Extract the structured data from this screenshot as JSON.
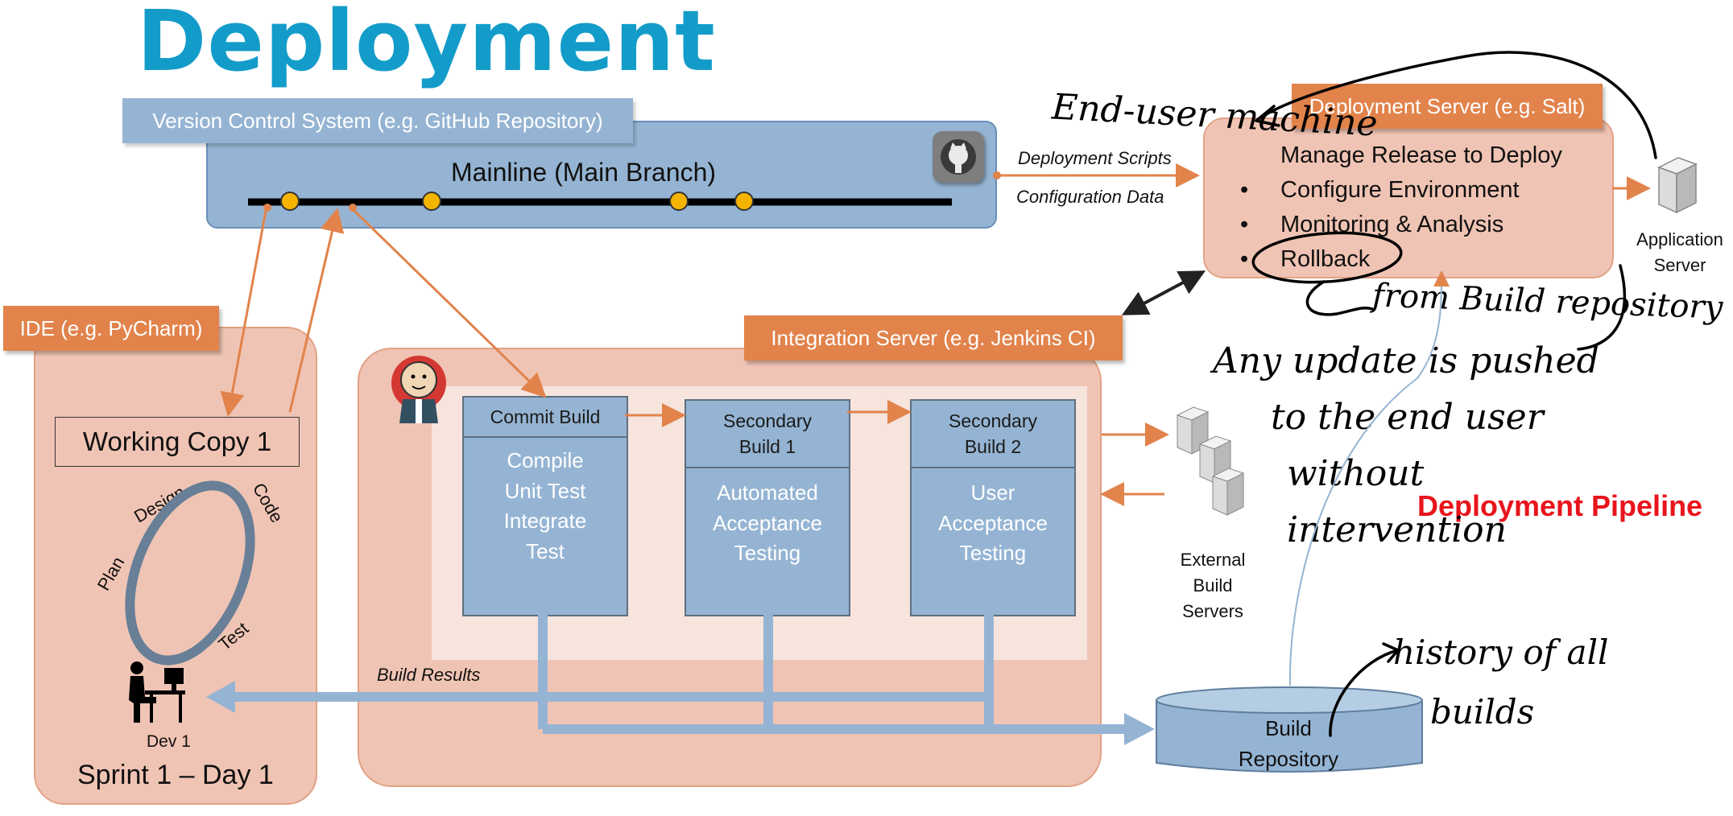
{
  "title": "Deployment",
  "vcs": {
    "label": "Version Control System (e.g. GitHub Repository)",
    "mainline": "Mainline (Main Branch)",
    "icon": "github-icon"
  },
  "flow_labels": {
    "deployment_scripts": "Deployment Scripts",
    "configuration_data": "Configuration Data",
    "build_results": "Build Results"
  },
  "deployment_server": {
    "label": "Deployment Server (e.g. Salt)",
    "items": [
      "Manage Release to Deploy",
      "Configure Environment",
      "Monitoring & Analysis",
      "Rollback"
    ]
  },
  "application_server": {
    "line1": "Application",
    "line2": "Server"
  },
  "ide": {
    "label": "IDE (e.g. PyCharm)",
    "working_copy": "Working Copy 1",
    "cycle": [
      "Plan",
      "Design",
      "Code",
      "Test"
    ],
    "dev": "Dev 1",
    "sprint": "Sprint 1 – Day 1"
  },
  "integration_server": {
    "label": "Integration Server (e.g. Jenkins CI)",
    "builds": [
      {
        "head": "Commit Build",
        "body": [
          "Compile",
          "Unit Test",
          "Integrate",
          "Test"
        ]
      },
      {
        "head": "Secondary Build 1",
        "body": [
          "Automated",
          "Acceptance",
          "Testing"
        ]
      },
      {
        "head": "Secondary Build 2",
        "body": [
          "User",
          "Acceptance",
          "Testing"
        ]
      }
    ]
  },
  "external_build_servers": {
    "line1": "External",
    "line2": "Build",
    "line3": "Servers"
  },
  "build_repository": {
    "line1": "Build",
    "line2": "Repository"
  },
  "pipeline_label": "Deployment Pipeline",
  "handwritten": {
    "end_user_machine": "End-user machine",
    "from_build_repository": "from Build repository",
    "any_update_1": "Any update is pushed",
    "any_update_2": "to the end user",
    "any_update_3": "without",
    "any_update_4": "intervention",
    "history_1": "history of all",
    "history_2": "builds"
  },
  "colors": {
    "title": "#139cc9",
    "orange_label": "#e1834b",
    "blue": "#95b4d3",
    "pink": "#f0c4b4",
    "pipeline_red": "#e8141c"
  }
}
